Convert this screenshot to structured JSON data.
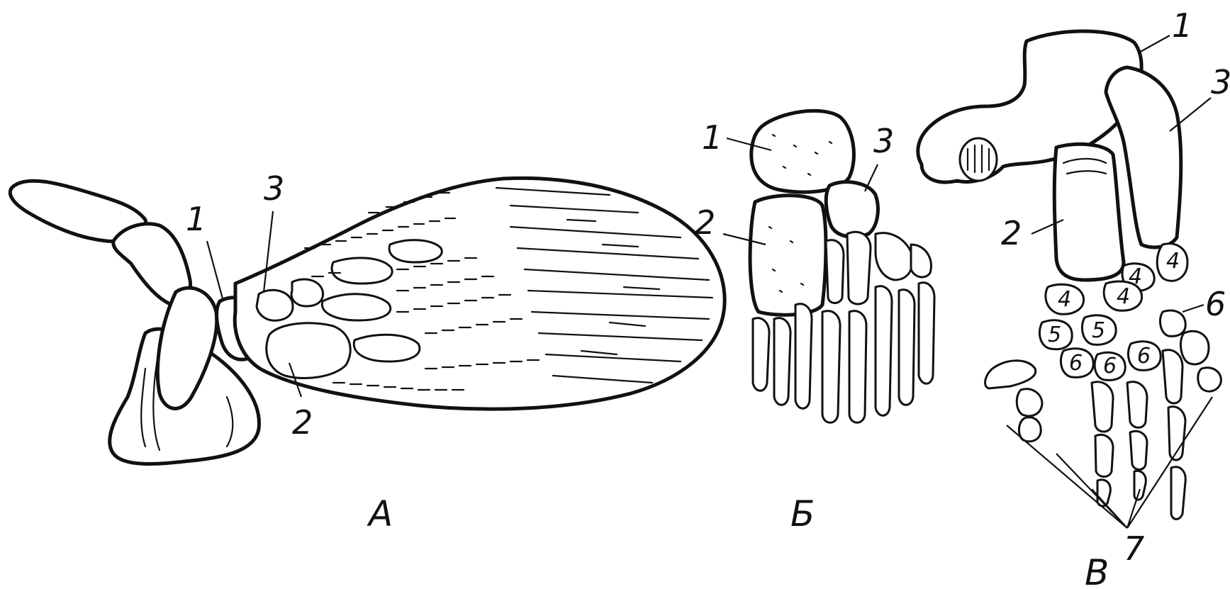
{
  "panels": {
    "a": {
      "letter": "А",
      "labels": {
        "l1": "1",
        "l2": "2",
        "l3": "3"
      }
    },
    "b": {
      "letter": "Б",
      "labels": {
        "l1": "1",
        "l2": "2",
        "l3": "3"
      }
    },
    "c": {
      "letter": "В",
      "labels": {
        "l1": "1",
        "l2": "2",
        "l3": "3",
        "l4": "4",
        "l5": "5",
        "l6": "6",
        "l7": "7"
      }
    }
  }
}
